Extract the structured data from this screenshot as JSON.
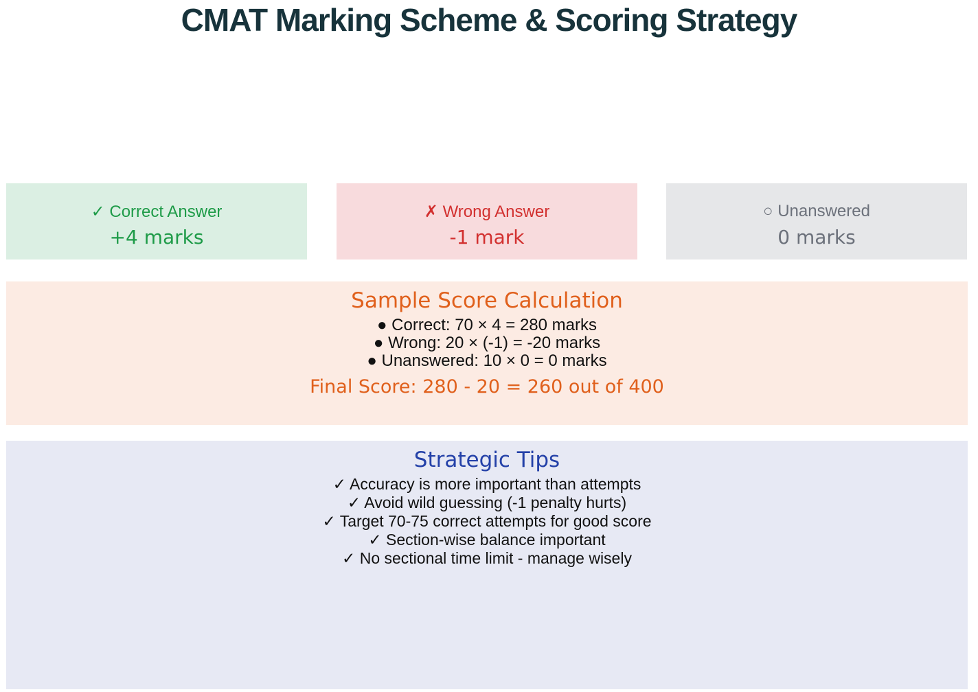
{
  "title": "CMAT Marking Scheme & Scoring Strategy",
  "cards": [
    {
      "icon": "✓",
      "label": "Correct Answer",
      "value": "+4 marks",
      "color": "#1e9b48",
      "bg": "#dbefe3"
    },
    {
      "icon": "✗",
      "label": "Wrong Answer",
      "value": "-1 mark",
      "color": "#d2302f",
      "bg": "#f8dbdd"
    },
    {
      "icon": "○",
      "label": "Unanswered",
      "value": "0 marks",
      "color": "#6c717b",
      "bg": "#e6e7e9"
    }
  ],
  "calculation": {
    "heading": "Sample Score Calculation",
    "lines": [
      "● Correct: 70 × 4 = 280 marks",
      "● Wrong: 20 × (-1) = -20 marks",
      "● Unanswered: 10 × 0 = 0 marks"
    ],
    "final": "Final Score: 280 - 20 = 260 out of 400",
    "accent": "#e0601c"
  },
  "tips": {
    "heading": "Strategic Tips",
    "lines": [
      "✓ Accuracy is more important than attempts",
      "✓ Avoid wild guessing (-1 penalty hurts)",
      "✓ Target 70-75 correct attempts for good score",
      "✓ Section-wise balance important",
      "✓ No sectional time limit - manage wisely"
    ],
    "accent": "#2441a8"
  }
}
